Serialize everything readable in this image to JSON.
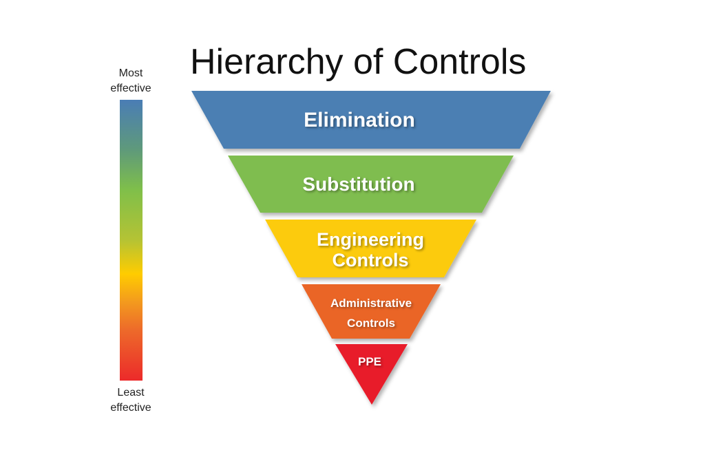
{
  "title": "Hierarchy of Controls",
  "scale": {
    "top_label_1": "Most",
    "top_label_2": "effective",
    "bottom_label_1": "Least",
    "bottom_label_2": "effective"
  },
  "tiers": [
    {
      "line1": "Elimination",
      "line2": "",
      "color": "#4b7fb3"
    },
    {
      "line1": "Substitution",
      "line2": "",
      "color": "#7fbd4f"
    },
    {
      "line1": "Engineering",
      "line2": "Controls",
      "color": "#fccb0a"
    },
    {
      "line1": "Administrative",
      "line2": "Controls",
      "color": "#ea6527"
    },
    {
      "line1": "PPE",
      "line2": "",
      "color": "#e81e2a"
    }
  ]
}
